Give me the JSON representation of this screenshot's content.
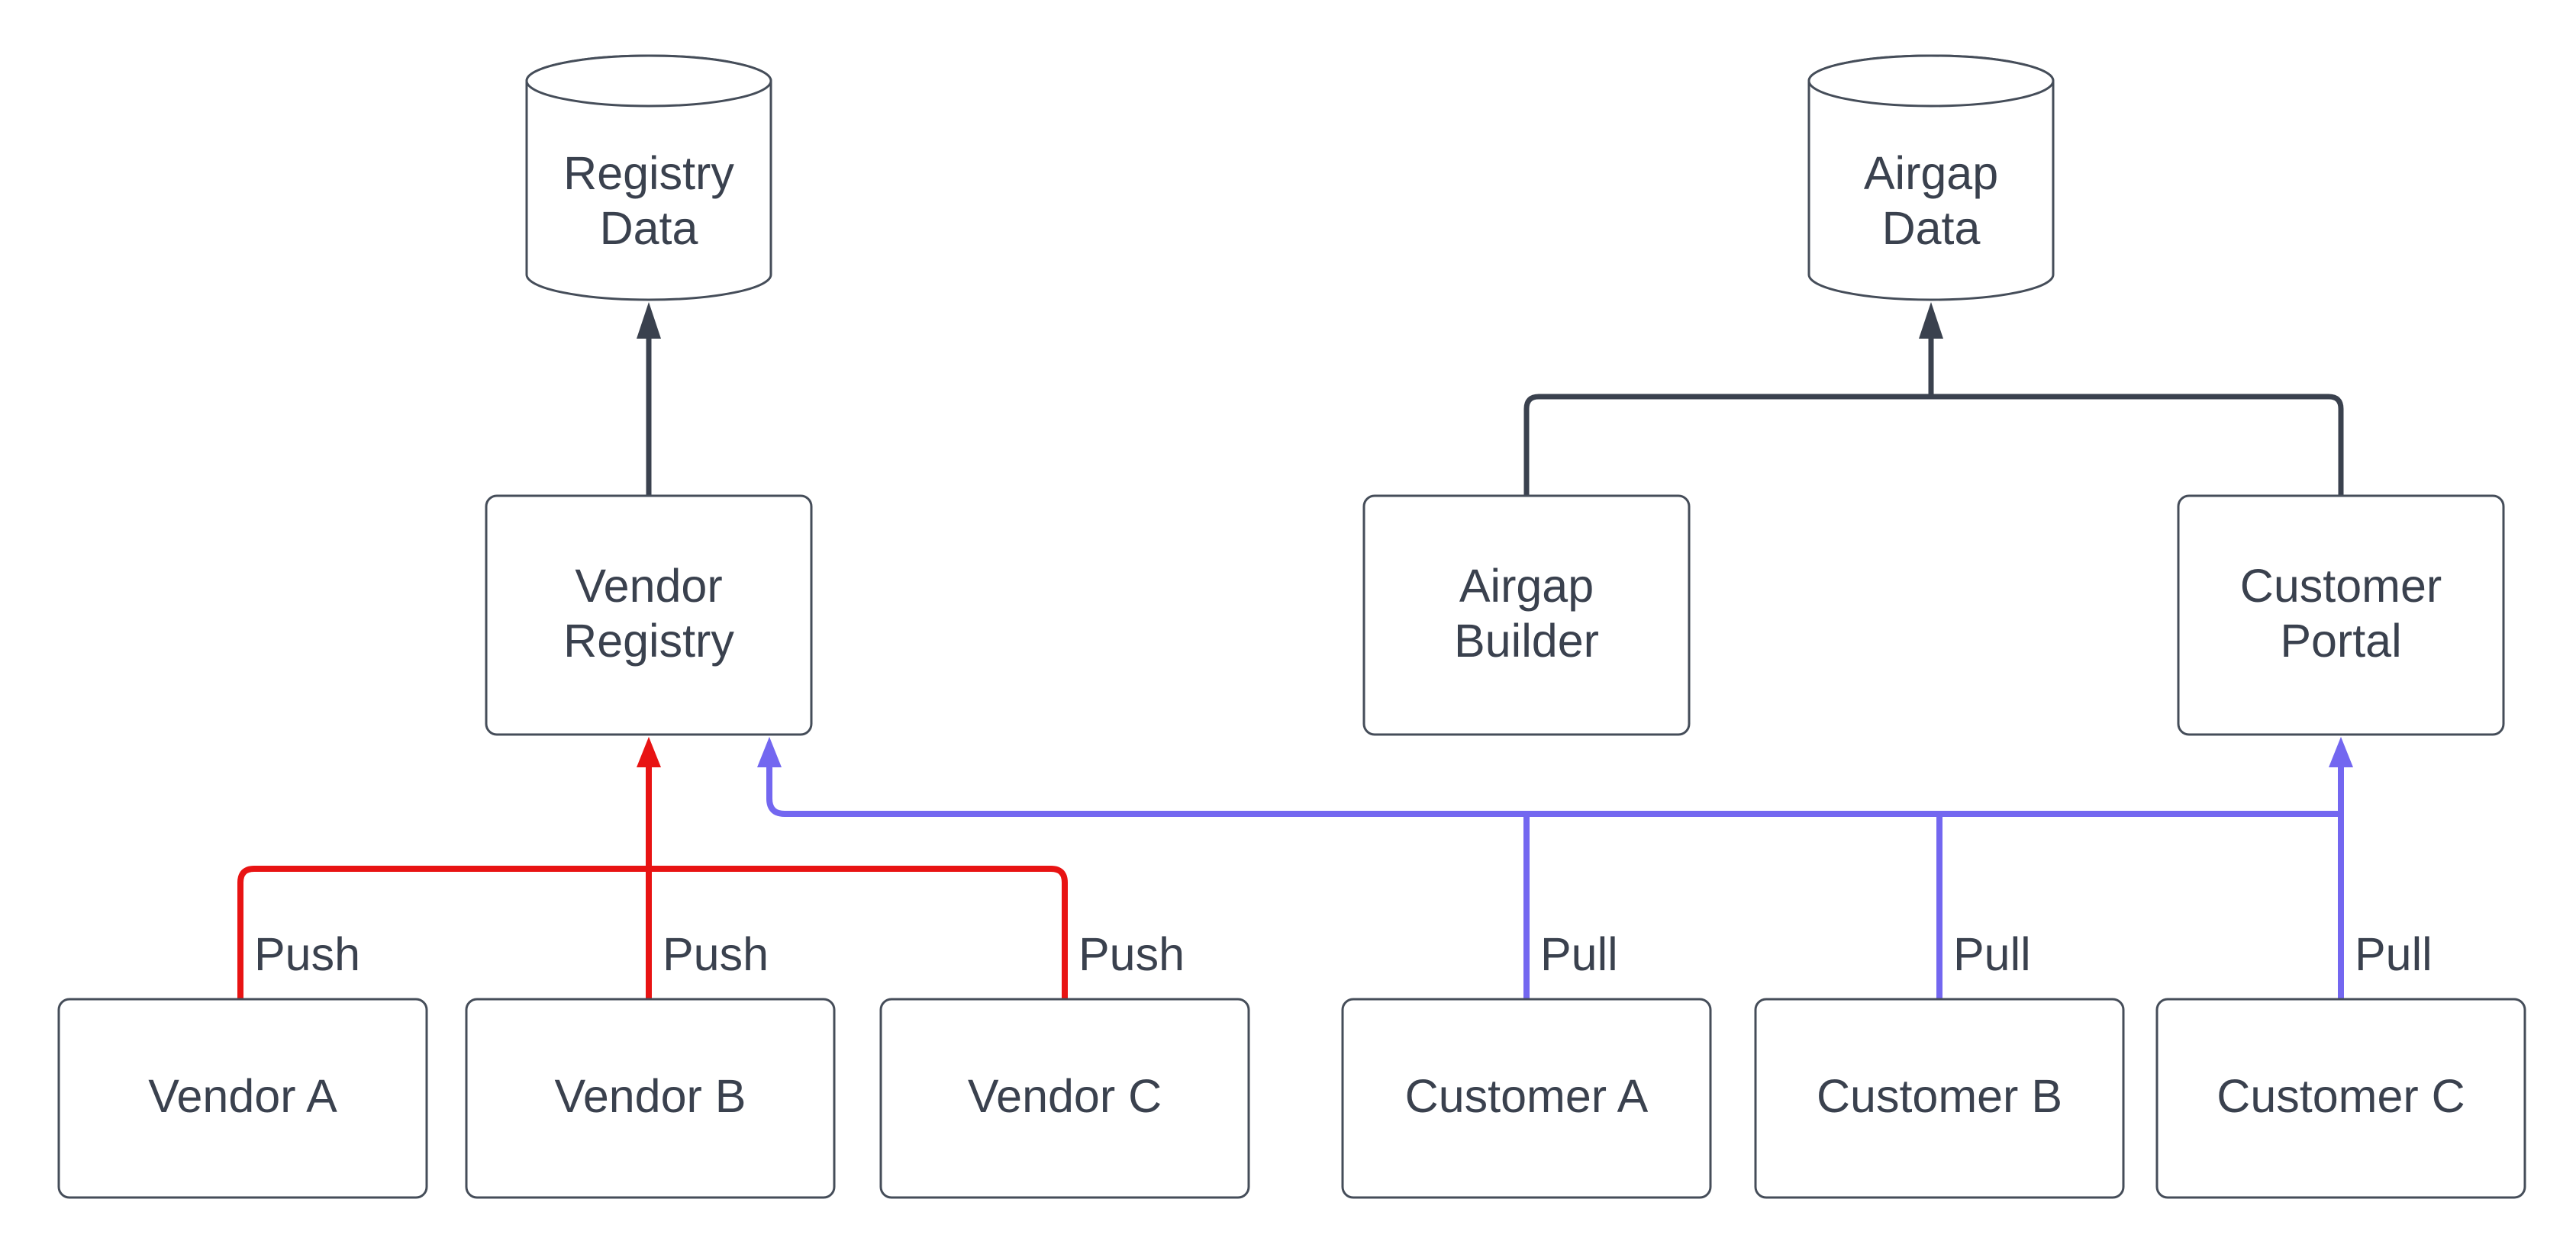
{
  "colors": {
    "canvas-bg": "#ffffff",
    "node-fill": "#ffffff",
    "node-border": "#454d59",
    "stroke-dark": "#3a414e",
    "text-color": "#3a414e",
    "push-color": "#e81313",
    "pull-color": "#7367f0"
  },
  "nodes": {
    "registry_data": {
      "type": "database-cylinder",
      "lines": [
        "Registry",
        "Data"
      ]
    },
    "airgap_data": {
      "type": "database-cylinder",
      "lines": [
        "Airgap",
        "Data"
      ]
    },
    "vendor_registry": {
      "type": "process-box",
      "lines": [
        "Vendor",
        "Registry"
      ]
    },
    "airgap_builder": {
      "type": "process-box",
      "lines": [
        "Airgap",
        "Builder"
      ]
    },
    "customer_portal": {
      "type": "process-box",
      "lines": [
        "Customer",
        "Portal"
      ]
    },
    "vendor_a": {
      "type": "process-box",
      "label": "Vendor A"
    },
    "vendor_b": {
      "type": "process-box",
      "label": "Vendor B"
    },
    "vendor_c": {
      "type": "process-box",
      "label": "Vendor C"
    },
    "customer_a": {
      "type": "process-box",
      "label": "Customer A"
    },
    "customer_b": {
      "type": "process-box",
      "label": "Customer B"
    },
    "customer_c": {
      "type": "process-box",
      "label": "Customer C"
    }
  },
  "edges": {
    "push_labels": [
      "Push",
      "Push",
      "Push"
    ],
    "pull_labels": [
      "Pull",
      "Pull",
      "Pull"
    ]
  }
}
